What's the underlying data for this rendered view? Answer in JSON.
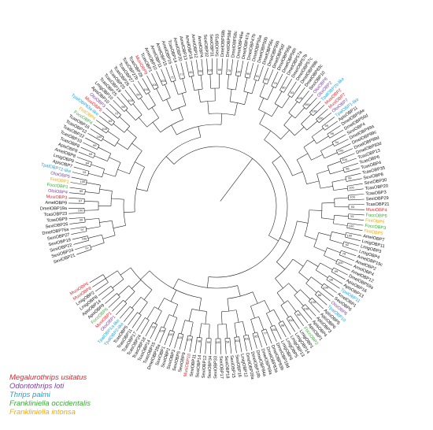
{
  "colors": {
    "black": "#111111",
    "megalurothrips": "#e8232a",
    "odontothrips": "#7b3fa0",
    "thrips": "#1ba3d9",
    "occidentalis": "#3aa935",
    "intonsa": "#f2a900"
  },
  "legend": [
    {
      "label": "Megalurothrips usitatus",
      "color": "#e8232a"
    },
    {
      "label": "Odontothrips loti",
      "color": "#7b3fa0"
    },
    {
      "label": "Thrips palmi",
      "color": "#1ba3d9"
    },
    {
      "label": "Frankliniella occidentalis",
      "color": "#3aa935"
    },
    {
      "label": "Frankliniella intonsa",
      "color": "#f2a900"
    }
  ],
  "leaves": [
    {
      "label": "SexiOBP21",
      "color": "#111111"
    },
    {
      "label": "SexiOBP24",
      "color": "#111111"
    },
    {
      "label": "SexiOBP22",
      "color": "#111111"
    },
    {
      "label": "SexiOBP19",
      "color": "#111111"
    },
    {
      "label": "SexiOBP27",
      "color": "#111111"
    },
    {
      "label": "DmelOBP76a",
      "color": "#111111"
    },
    {
      "label": "SexiOBP26",
      "color": "#111111"
    },
    {
      "label": "TcasOBP9",
      "color": "#111111"
    },
    {
      "label": "TcasOBP23",
      "color": "#111111"
    },
    {
      "label": "DmelOBP19a",
      "color": "#111111"
    },
    {
      "label": "AmelOBP9",
      "color": "#111111"
    },
    {
      "label": "MusiOBP3",
      "color": "#e8232a"
    },
    {
      "label": "OloiOBP4",
      "color": "#7b3fa0"
    },
    {
      "label": "FoccOBP1",
      "color": "#3aa935"
    },
    {
      "label": "FintOBP1",
      "color": "#f2a900"
    },
    {
      "label": "OloiOBP5",
      "color": "#7b3fa0"
    },
    {
      "label": "TpalOBP72-like",
      "color": "#1ba3d9"
    },
    {
      "label": "ApisOBP7",
      "color": "#111111"
    },
    {
      "label": "LmigOBP9",
      "color": "#111111"
    },
    {
      "label": "AmelOBP8",
      "color": "#111111"
    },
    {
      "label": "ApisOBP8",
      "color": "#111111"
    },
    {
      "label": "TcasOBP8",
      "color": "#111111"
    },
    {
      "label": "TcasOBP10",
      "color": "#111111"
    },
    {
      "label": "TcasOBP22",
      "color": "#111111"
    },
    {
      "label": "TcasOBP12",
      "color": "#111111"
    },
    {
      "label": "TcasOBP16",
      "color": "#111111"
    },
    {
      "label": "FoccOBP4",
      "color": "#3aa935"
    },
    {
      "label": "FintOBP4",
      "color": "#f2a900"
    },
    {
      "label": "TpalOBP83a-like",
      "color": "#1ba3d9"
    },
    {
      "label": "MusiOBP5",
      "color": "#e8232a"
    },
    {
      "label": "OloiOBP3",
      "color": "#7b3fa0"
    },
    {
      "label": "ApisOBP10",
      "color": "#111111"
    },
    {
      "label": "LmigOBP10",
      "color": "#111111"
    },
    {
      "label": "TcasOBP25",
      "color": "#111111"
    },
    {
      "label": "TcasOBP19",
      "color": "#111111"
    },
    {
      "label": "TcasOBP25",
      "color": "#111111"
    },
    {
      "label": "TcasOBP26",
      "color": "#111111"
    },
    {
      "label": "TcasOBP27",
      "color": "#111111"
    },
    {
      "label": "TcasOBP27b",
      "color": "#111111"
    },
    {
      "label": "TcasOBP28",
      "color": "#111111"
    },
    {
      "label": "MusiOBP9",
      "color": "#e8232a"
    },
    {
      "label": "TcasOBP1",
      "color": "#111111"
    },
    {
      "label": "AmelOBP10",
      "color": "#111111"
    },
    {
      "label": "AmelOBP11",
      "color": "#111111"
    },
    {
      "label": "AmelOBP15",
      "color": "#111111"
    },
    {
      "label": "AmelOBP16",
      "color": "#111111"
    },
    {
      "label": "TcasOBP14",
      "color": "#111111"
    },
    {
      "label": "AmelOBP20",
      "color": "#111111"
    },
    {
      "label": "AmelOBP13",
      "color": "#111111"
    },
    {
      "label": "AmelOBP18",
      "color": "#111111"
    },
    {
      "label": "AmelOBP12",
      "color": "#111111"
    },
    {
      "label": "AmelOBP4",
      "color": "#111111"
    },
    {
      "label": "SexiOBP32",
      "color": "#111111"
    },
    {
      "label": "SexiOBP31",
      "color": "#111111"
    },
    {
      "label": "SexiOBP33",
      "color": "#111111"
    },
    {
      "label": "DmelOBP58b",
      "color": "#111111"
    },
    {
      "label": "DmelOBP58d",
      "color": "#111111"
    },
    {
      "label": "DmelOBP58c",
      "color": "#111111"
    },
    {
      "label": "DmelOBP46a",
      "color": "#111111"
    },
    {
      "label": "DmelOBP47a",
      "color": "#111111"
    },
    {
      "label": "DmelOBP47b",
      "color": "#111111"
    },
    {
      "label": "DmelOBP50a",
      "color": "#111111"
    },
    {
      "label": "DmelOBP50b",
      "color": "#111111"
    },
    {
      "label": "DmelOBP56c",
      "color": "#111111"
    },
    {
      "label": "DmelOBP56b",
      "color": "#111111"
    },
    {
      "label": "DmelOBP56f",
      "color": "#111111"
    },
    {
      "label": "DmelOBP56g",
      "color": "#111111"
    },
    {
      "label": "DmelOBP56h",
      "color": "#111111"
    },
    {
      "label": "DmelOBP57a",
      "color": "#111111"
    },
    {
      "label": "DmelOBP57b",
      "color": "#111111"
    },
    {
      "label": "DmelOBP57c",
      "color": "#111111"
    },
    {
      "label": "DmelOBP99b",
      "color": "#111111"
    },
    {
      "label": "DmelOBP83c",
      "color": "#111111"
    },
    {
      "label": "SexiOBP10",
      "color": "#111111"
    },
    {
      "label": "OloiOBP8",
      "color": "#7b3fa0"
    },
    {
      "label": "OloiOBP2",
      "color": "#7b3fa0"
    },
    {
      "label": "TpalOBP2b-like",
      "color": "#1ba3d9"
    },
    {
      "label": "MusiOBP2",
      "color": "#e8232a"
    },
    {
      "label": "MusiOBP7",
      "color": "#e8232a"
    },
    {
      "label": "OloiOBP7",
      "color": "#7b3fa0"
    },
    {
      "label": "TpalOBP1-like",
      "color": "#1ba3d9"
    },
    {
      "label": "ApisOBP11",
      "color": "#111111"
    },
    {
      "label": "DmelOBP56e",
      "color": "#111111"
    },
    {
      "label": "DmelOBP56d",
      "color": "#111111"
    },
    {
      "label": "SexiOBP4",
      "color": "#111111"
    },
    {
      "label": "DmelOBP99a",
      "color": "#111111"
    },
    {
      "label": "DmelOBP99c",
      "color": "#111111"
    },
    {
      "label": "DmelOBP99d",
      "color": "#111111"
    },
    {
      "label": "DmelOBP83d",
      "color": "#111111"
    },
    {
      "label": "TcasOBP13",
      "color": "#111111"
    },
    {
      "label": "TcasOBP6",
      "color": "#111111"
    },
    {
      "label": "TcasOBP4",
      "color": "#111111"
    },
    {
      "label": "TcasOBP35",
      "color": "#111111"
    },
    {
      "label": "SexiOBP8",
      "color": "#111111"
    },
    {
      "label": "SexiOBP30",
      "color": "#111111"
    },
    {
      "label": "TcasOBP20",
      "color": "#111111"
    },
    {
      "label": "TcasOBP3",
      "color": "#111111"
    },
    {
      "label": "SexiOBP29",
      "color": "#111111"
    },
    {
      "label": "TcasOBP21",
      "color": "#111111"
    },
    {
      "label": "MusiOBP4",
      "color": "#e8232a"
    },
    {
      "label": "FoccOBP5",
      "color": "#3aa935"
    },
    {
      "label": "FintOBP6",
      "color": "#f2a900"
    },
    {
      "label": "FoccOBP3",
      "color": "#3aa935"
    },
    {
      "label": "FintOBP5",
      "color": "#f2a900"
    },
    {
      "label": "AmelOBP7",
      "color": "#111111"
    },
    {
      "label": "LmigOBP11",
      "color": "#111111"
    },
    {
      "label": "LmigOBP3",
      "color": "#111111"
    },
    {
      "label": "LmigOBP4",
      "color": "#111111"
    },
    {
      "label": "AmelOBP19c",
      "color": "#111111"
    },
    {
      "label": "AmelOBP2",
      "color": "#111111"
    },
    {
      "label": "AmelOBP4",
      "color": "#111111"
    },
    {
      "label": "AmelOBP12",
      "color": "#111111"
    },
    {
      "label": "DmelOBP59a",
      "color": "#111111"
    },
    {
      "label": "ApisOBP16",
      "color": "#111111"
    },
    {
      "label": "ApisOBP13",
      "color": "#111111"
    },
    {
      "label": "TpalOBP11",
      "color": "#1ba3d9"
    },
    {
      "label": "AmelOBP1",
      "color": "#111111"
    },
    {
      "label": "SexiOBP6",
      "color": "#111111"
    },
    {
      "label": "OloiOBP6",
      "color": "#7b3fa0"
    },
    {
      "label": "TpalOBP10",
      "color": "#1ba3d9"
    },
    {
      "label": "ApisOBP5",
      "color": "#111111"
    },
    {
      "label": "ApisOBP6",
      "color": "#111111"
    },
    {
      "label": "ApisOBP3",
      "color": "#111111"
    },
    {
      "label": "ApisOBP4",
      "color": "#111111"
    },
    {
      "label": "ApisOBP1",
      "color": "#111111"
    },
    {
      "label": "FoccOBP2",
      "color": "#3aa935"
    },
    {
      "label": "LmigOBP1",
      "color": "#111111"
    },
    {
      "label": "LmigOBP14",
      "color": "#111111"
    },
    {
      "label": "LmigOBP13",
      "color": "#111111"
    },
    {
      "label": "LmigOBP5",
      "color": "#111111"
    },
    {
      "label": "LmigOBP6",
      "color": "#111111"
    },
    {
      "label": "DmelOBP19d",
      "color": "#111111"
    },
    {
      "label": "DmelOBP83b",
      "color": "#111111"
    },
    {
      "label": "DmelOBP83a",
      "color": "#111111"
    },
    {
      "label": "DmelOBP69a",
      "color": "#111111"
    },
    {
      "label": "DmelOBP84a",
      "color": "#111111"
    },
    {
      "label": "DmelOBP19b",
      "color": "#111111"
    },
    {
      "label": "DmelOBP28a",
      "color": "#111111"
    },
    {
      "label": "LmigOBP12",
      "color": "#111111"
    },
    {
      "label": "SexiOBP16",
      "color": "#111111"
    },
    {
      "label": "SexiOBP15",
      "color": "#111111"
    },
    {
      "label": "SexiOBP18",
      "color": "#111111"
    },
    {
      "label": "SexiOBP17",
      "color": "#111111"
    },
    {
      "label": "SexiOBP33",
      "color": "#111111"
    },
    {
      "label": "SexiOBP34",
      "color": "#111111"
    },
    {
      "label": "SexiOBP12",
      "color": "#111111"
    },
    {
      "label": "SexiOBP14",
      "color": "#111111"
    },
    {
      "label": "SexiOBP11",
      "color": "#111111"
    },
    {
      "label": "MusiOBP10",
      "color": "#e8232a"
    },
    {
      "label": "SexiOBP9",
      "color": "#111111"
    },
    {
      "label": "SexiOBP5",
      "color": "#111111"
    },
    {
      "label": "SexiOBP3",
      "color": "#111111"
    },
    {
      "label": "SexiOBP2",
      "color": "#111111"
    },
    {
      "label": "SexiOBP1",
      "color": "#111111"
    },
    {
      "label": "DmelOBP28a",
      "color": "#111111"
    },
    {
      "label": "TcasOBP15",
      "color": "#111111"
    },
    {
      "label": "TcasOBP14",
      "color": "#111111"
    },
    {
      "label": "TcasOBP18",
      "color": "#111111"
    },
    {
      "label": "TcasOBP24",
      "color": "#111111"
    },
    {
      "label": "TcasOBP17",
      "color": "#111111"
    },
    {
      "label": "TcasOBP11",
      "color": "#111111"
    },
    {
      "label": "TcasOBP5",
      "color": "#111111"
    },
    {
      "label": "TpalOBP2-like",
      "color": "#1ba3d9"
    },
    {
      "label": "TpalOBP1a-like",
      "color": "#1ba3d9"
    },
    {
      "label": "OloiOBP1",
      "color": "#7b3fa0"
    },
    {
      "label": "MusiOBP1",
      "color": "#e8232a"
    },
    {
      "label": "FoccOBP6",
      "color": "#3aa935"
    },
    {
      "label": "ApisOBP9",
      "color": "#111111"
    },
    {
      "label": "ApisOBP14",
      "color": "#111111"
    },
    {
      "label": "LmigOBP8",
      "color": "#111111"
    },
    {
      "label": "LmigOBP2",
      "color": "#111111"
    },
    {
      "label": "MusiOBP8",
      "color": "#e8232a"
    },
    {
      "label": "MusiOBP6",
      "color": "#e8232a"
    }
  ],
  "bootstrap": [
    "97",
    "100",
    "97",
    "99",
    "100",
    "97",
    "99",
    "100",
    "91",
    "84",
    "94",
    "99",
    "100",
    "100",
    "63",
    "72",
    "98",
    "100",
    "99",
    "100",
    "100",
    "100",
    "71",
    "77",
    "45",
    "98",
    "100",
    "99",
    "75",
    "100",
    "95",
    "91",
    "95",
    "76",
    "80",
    "53",
    "100",
    "100",
    "100",
    "100",
    "99",
    "98",
    "94",
    "100",
    "100",
    "96",
    "99",
    "100",
    "100",
    "93",
    "91",
    "100",
    "100",
    "52",
    "78",
    "100",
    "99",
    "98",
    "100",
    "85",
    "100",
    "100",
    "96",
    "100",
    "98",
    "100",
    "77",
    "95",
    "100",
    "100",
    "54",
    "100",
    "99",
    "98",
    "100",
    "100",
    "100",
    "100",
    "93"
  ]
}
